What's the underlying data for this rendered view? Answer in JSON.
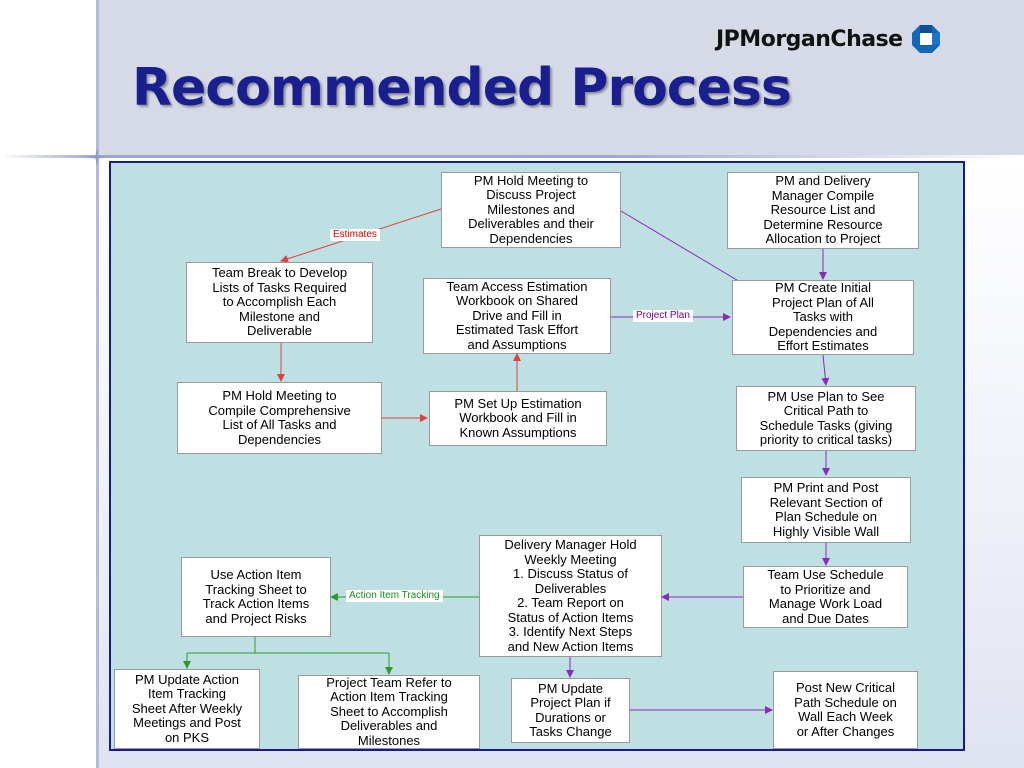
{
  "slide": {
    "title": "Recommended Process"
  },
  "logo": {
    "text": "JPMorganChase",
    "icon": "octagon-logo-icon"
  },
  "colors": {
    "title": "#1a1f8f",
    "frame": "#1a1a8f",
    "canvas": "#bfe0e3",
    "arrow_red": "#e04040",
    "arrow_purple": "#8a2ab8",
    "arrow_green": "#2e9a2e"
  },
  "nodes": {
    "pm_hold_meeting_milestones": "PM Hold Meeting to\nDiscuss Project\nMilestones and\nDeliverables and their\nDependencies",
    "pm_delivery_compile_resource": "PM and Delivery\nManager Compile\nResource List and\nDetermine Resource\nAllocation to Project",
    "team_break_develop_tasks": "Team Break to Develop\nLists of Tasks Required\nto Accomplish Each\nMilestone and\nDeliverable",
    "team_access_estimation": "Team Access Estimation\nWorkbook on Shared\nDrive and Fill in\nEstimated Task Effort\nand Assumptions",
    "pm_create_initial_plan": "PM Create Initial\nProject Plan of All\nTasks with\nDependencies and\nEffort Estimates",
    "pm_hold_meeting_compile": "PM Hold Meeting to\nCompile Comprehensive\nList of All Tasks and\nDependencies",
    "pm_setup_estimation": "PM Set Up Estimation\nWorkbook and Fill in\nKnown Assumptions",
    "pm_use_plan_critical_path": "PM Use Plan to See\nCritical Path to\nSchedule Tasks (giving\npriority to critical tasks)",
    "pm_print_post_schedule": "PM Print and Post\nRelevant Section of\nPlan Schedule on\nHighly Visible Wall",
    "delivery_manager_weekly": "Delivery Manager Hold\nWeekly Meeting\n1. Discuss Status of\nDeliverables\n2. Team Report on\nStatus of Action Items\n3. Identify Next Steps\nand New Action Items",
    "use_action_item_sheet": "Use Action Item\nTracking Sheet to\nTrack Action Items\nand Project Risks",
    "team_use_schedule": "Team Use Schedule\nto Prioritize and\nManage Work Load\nand Due Dates",
    "pm_update_action_sheet": "PM Update Action\nItem Tracking\nSheet After Weekly\nMeetings and Post\non PKS",
    "project_team_refer": "Project Team Refer to\nAction Item Tracking\nSheet to Accomplish\nDeliverables and\nMilestones",
    "pm_update_project_plan": "PM Update\nProject Plan if\nDurations or\nTasks Change",
    "post_new_critical_path": "Post New Critical\nPath Schedule on\nWall Each Week\nor After Changes"
  },
  "edge_labels": {
    "estimates": "Estimates",
    "project_plan": "Project Plan",
    "action_item_tracking": "Action Item Tracking"
  }
}
